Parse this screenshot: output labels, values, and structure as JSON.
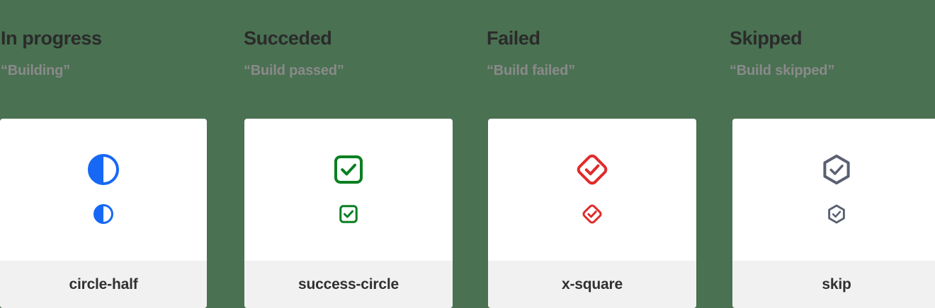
{
  "page": {
    "background_color": "#4a7152",
    "card_background": "#ffffff",
    "card_footer_background": "#f1f1f1"
  },
  "columns": [
    {
      "status_title": "In progress",
      "status_quote": "“Building”",
      "icon_name": "circle-half",
      "icon_label": "circle-half",
      "icon_color": "#1768F5"
    },
    {
      "status_title": "Succeded",
      "status_quote": "“Build passed”",
      "icon_name": "success-circle",
      "icon_label": "success-circle",
      "icon_color": "#0A7F22"
    },
    {
      "status_title": "Failed",
      "status_quote": "“Build failed”",
      "icon_name": "x-square",
      "icon_label": "x-square",
      "icon_color": "#E02B2B"
    },
    {
      "status_title": "Skipped",
      "status_quote": "“Build skipped”",
      "icon_name": "skip",
      "icon_label": "skip",
      "icon_color": "#5A6072"
    }
  ]
}
